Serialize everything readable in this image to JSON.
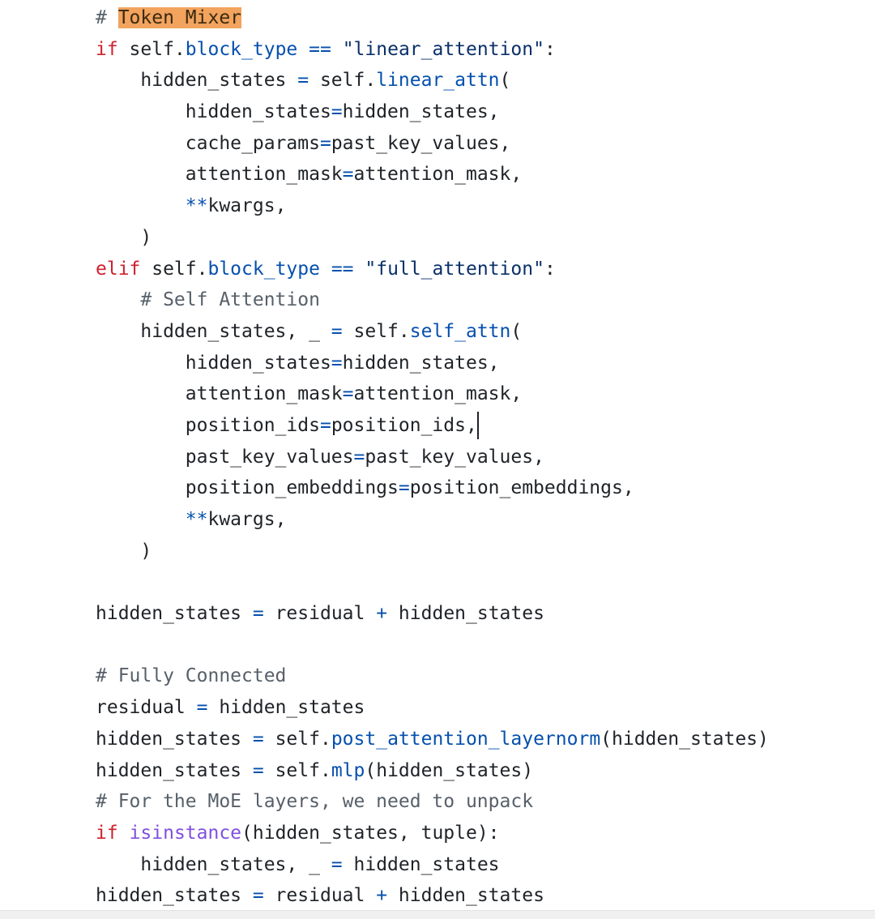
{
  "code_lines": [
    [
      {
        "t": "# ",
        "c": "cm"
      },
      {
        "t": "Token Mixer",
        "c": "hl"
      }
    ],
    [
      {
        "t": "if",
        "c": "kw"
      },
      {
        "t": " self."
      },
      {
        "t": "block_type",
        "c": "attr"
      },
      {
        "t": " "
      },
      {
        "t": "==",
        "c": "op"
      },
      {
        "t": " "
      },
      {
        "t": "\"linear_attention\"",
        "c": "str"
      },
      {
        "t": ":"
      }
    ],
    [
      {
        "t": "    hidden_states "
      },
      {
        "t": "=",
        "c": "op"
      },
      {
        "t": " self."
      },
      {
        "t": "linear_attn",
        "c": "fn"
      },
      {
        "t": "("
      }
    ],
    [
      {
        "t": "        hidden_states"
      },
      {
        "t": "=",
        "c": "op"
      },
      {
        "t": "hidden_states,"
      }
    ],
    [
      {
        "t": "        cache_params"
      },
      {
        "t": "=",
        "c": "op"
      },
      {
        "t": "past_key_values,"
      }
    ],
    [
      {
        "t": "        attention_mask"
      },
      {
        "t": "=",
        "c": "op"
      },
      {
        "t": "attention_mask,"
      }
    ],
    [
      {
        "t": "        "
      },
      {
        "t": "**",
        "c": "op"
      },
      {
        "t": "kwargs,"
      }
    ],
    [
      {
        "t": "    )"
      }
    ],
    [
      {
        "t": "elif",
        "c": "kw"
      },
      {
        "t": " self."
      },
      {
        "t": "block_type",
        "c": "attr"
      },
      {
        "t": " "
      },
      {
        "t": "==",
        "c": "op"
      },
      {
        "t": " "
      },
      {
        "t": "\"full_attention\"",
        "c": "str"
      },
      {
        "t": ":"
      }
    ],
    [
      {
        "t": "    # Self Attention",
        "c": "cm"
      }
    ],
    [
      {
        "t": "    hidden_states, _ "
      },
      {
        "t": "=",
        "c": "op"
      },
      {
        "t": " self."
      },
      {
        "t": "self_attn",
        "c": "fn"
      },
      {
        "t": "("
      }
    ],
    [
      {
        "t": "        hidden_states"
      },
      {
        "t": "=",
        "c": "op"
      },
      {
        "t": "hidden_states,"
      }
    ],
    [
      {
        "t": "        attention_mask"
      },
      {
        "t": "=",
        "c": "op"
      },
      {
        "t": "attention_mask,"
      }
    ],
    [
      {
        "t": "        position_ids"
      },
      {
        "t": "=",
        "c": "op"
      },
      {
        "t": "position_ids,"
      },
      {
        "t": "",
        "c": "caret"
      }
    ],
    [
      {
        "t": "        past_key_values"
      },
      {
        "t": "=",
        "c": "op"
      },
      {
        "t": "past_key_values,"
      }
    ],
    [
      {
        "t": "        position_embeddings"
      },
      {
        "t": "=",
        "c": "op"
      },
      {
        "t": "position_embeddings,"
      }
    ],
    [
      {
        "t": "        "
      },
      {
        "t": "**",
        "c": "op"
      },
      {
        "t": "kwargs,"
      }
    ],
    [
      {
        "t": "    )"
      }
    ],
    [],
    [
      {
        "t": "hidden_states "
      },
      {
        "t": "=",
        "c": "op"
      },
      {
        "t": " residual "
      },
      {
        "t": "+",
        "c": "op"
      },
      {
        "t": " hidden_states"
      }
    ],
    [],
    [
      {
        "t": "# Fully Connected",
        "c": "cm"
      }
    ],
    [
      {
        "t": "residual "
      },
      {
        "t": "=",
        "c": "op"
      },
      {
        "t": " hidden_states"
      }
    ],
    [
      {
        "t": "hidden_states "
      },
      {
        "t": "=",
        "c": "op"
      },
      {
        "t": " self."
      },
      {
        "t": "post_attention_layernorm",
        "c": "fn"
      },
      {
        "t": "(hidden_states)"
      }
    ],
    [
      {
        "t": "hidden_states "
      },
      {
        "t": "=",
        "c": "op"
      },
      {
        "t": " self."
      },
      {
        "t": "mlp",
        "c": "fn"
      },
      {
        "t": "(hidden_states)"
      }
    ],
    [
      {
        "t": "# For the MoE layers, we need to unpack",
        "c": "cm"
      }
    ],
    [
      {
        "t": "if",
        "c": "kw"
      },
      {
        "t": " "
      },
      {
        "t": "isinstance",
        "c": "bi"
      },
      {
        "t": "(hidden_states, tuple):"
      }
    ],
    [
      {
        "t": "    hidden_states, _ "
      },
      {
        "t": "=",
        "c": "op"
      },
      {
        "t": " hidden_states"
      }
    ],
    [
      {
        "t": "hidden_states "
      },
      {
        "t": "=",
        "c": "op"
      },
      {
        "t": " residual "
      },
      {
        "t": "+",
        "c": "op"
      },
      {
        "t": " hidden_states"
      }
    ]
  ]
}
